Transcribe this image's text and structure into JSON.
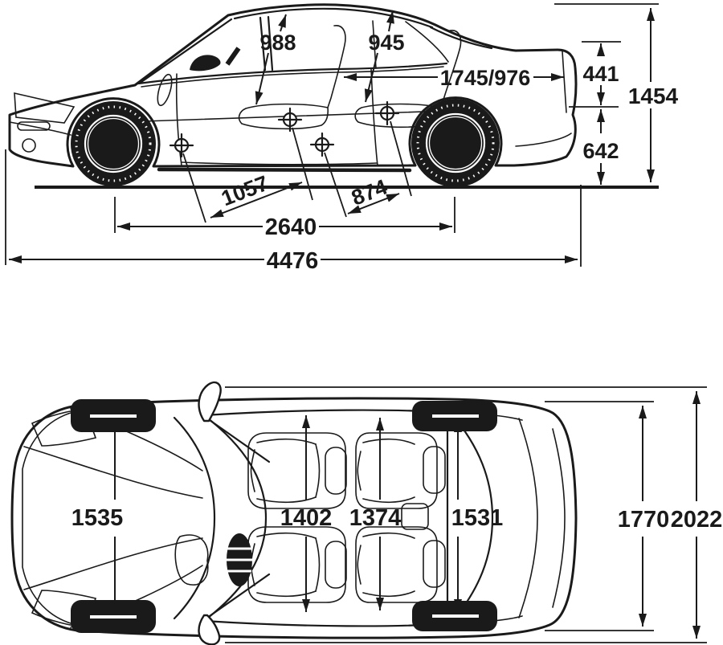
{
  "figure": {
    "title": "car-dimensions-diagram",
    "units": "mm",
    "ink_color": "#1a1a1a",
    "background_color": "#ffffff"
  },
  "side_view": {
    "front_headroom": "988",
    "rear_headroom": "945",
    "interior_length": "1745/976",
    "trunk_opening_height": "441",
    "loading_height": "642",
    "overall_height": "1454",
    "front_seat_span": "1057",
    "rear_seat_span": "874",
    "wheelbase": "2640",
    "overall_length": "4476"
  },
  "top_view": {
    "front_track": "1535",
    "front_interior_width": "1402",
    "rear_interior_width": "1374",
    "rear_track": "1531",
    "body_width": "1770",
    "overall_width_with_mirrors": "2022"
  }
}
